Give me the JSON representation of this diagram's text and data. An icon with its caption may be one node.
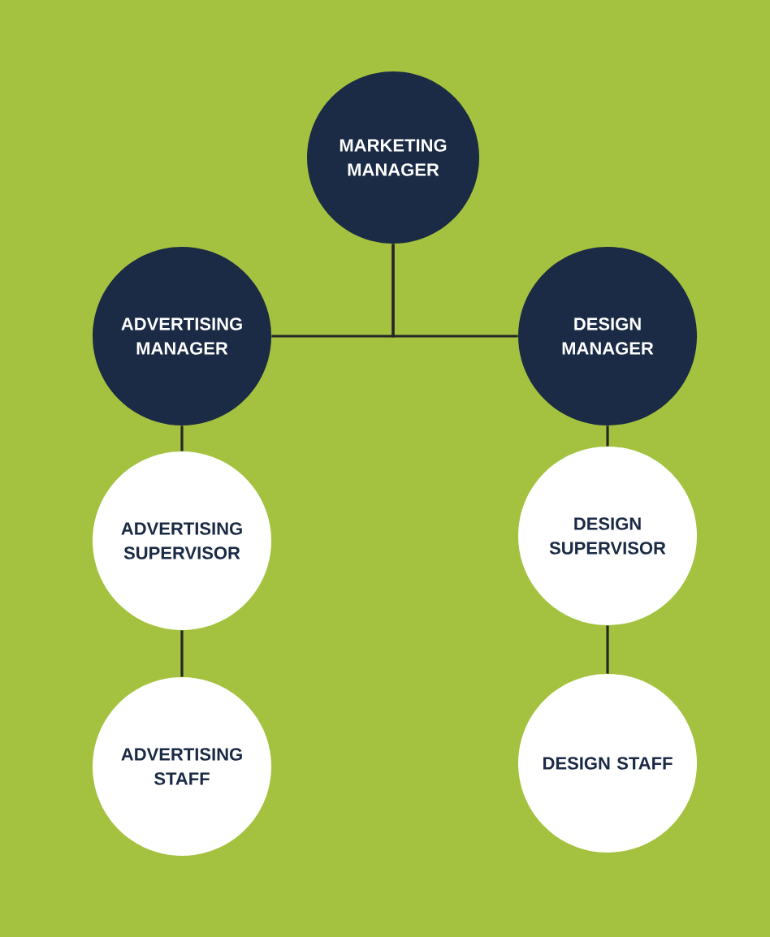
{
  "diagram": {
    "nodes": [
      {
        "text": [
          "MARKETING MANAGER"
        ]
      },
      {
        "text": [
          "ADVERTISING MANAGER"
        ]
      },
      {
        "text": [
          "DESIGN MANAGER"
        ]
      },
      {
        "text": [
          "ADVERTISING SUPERVISOR"
        ]
      },
      {
        "text": [
          "ADVERTISING STAFF"
        ]
      },
      {
        "text": [
          "DESIGN SUPERVISOR"
        ]
      },
      {
        "text": [
          "DESIGN STAFF"
        ]
      }
    ],
    "edges": [
      {
        "from": 0,
        "to": 1,
        "arrow": "none"
      },
      {
        "from": 0,
        "to": 2,
        "arrow": "none"
      },
      {
        "from": 1,
        "to": 3,
        "arrow": "none"
      },
      {
        "from": 3,
        "to": 4,
        "arrow": "none"
      },
      {
        "from": 2,
        "to": 5,
        "arrow": "none"
      },
      {
        "from": 5,
        "to": 6,
        "arrow": "none"
      }
    ]
  }
}
